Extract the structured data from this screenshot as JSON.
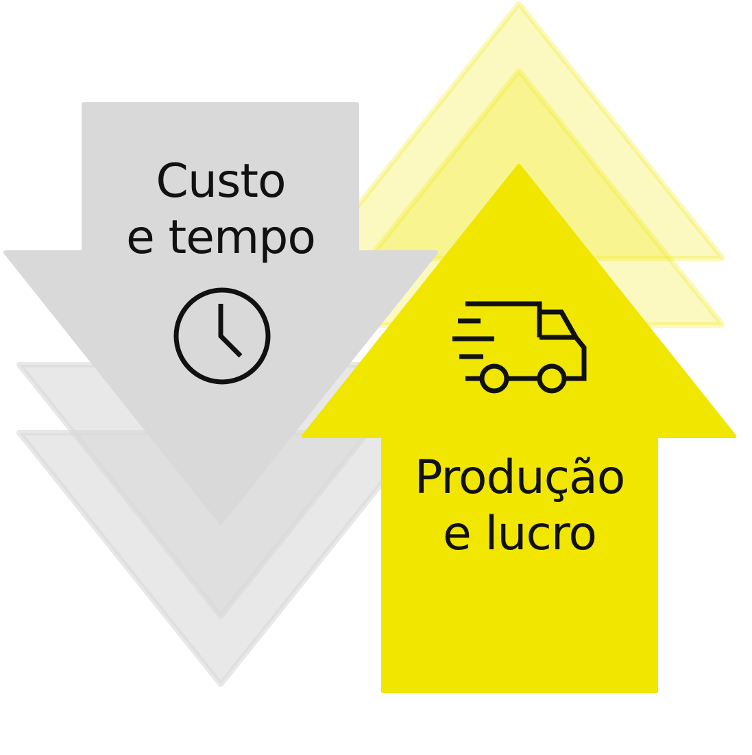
{
  "colors": {
    "down_arrow": "#d9d9d9",
    "down_shadow": "#d9d9d9",
    "up_arrow": "#f0e600",
    "up_shadow": "#f0e600",
    "icon_stroke": "#111111"
  },
  "down_arrow": {
    "line1": "Custo",
    "line2": "e tempo",
    "icon": "clock-icon"
  },
  "up_arrow": {
    "line1": "Produção",
    "line2": "e lucro",
    "icon": "delivery-truck-icon"
  }
}
